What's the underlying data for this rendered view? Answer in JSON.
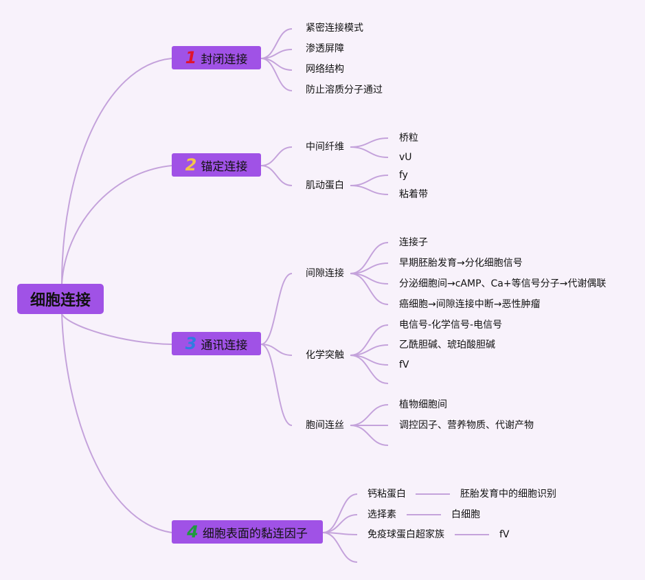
{
  "root": "细胞连接",
  "colors": {
    "background": "#f8f2fb",
    "node": "#a052e6",
    "line": "#c4a2db",
    "num1": "#e0142c",
    "num2": "#f3c54a",
    "num3": "#2f7de0",
    "num4": "#1e9b3c"
  },
  "topics": [
    {
      "num": "1",
      "label": "封闭连接",
      "children": [
        "紧密连接模式",
        "渗透屏障",
        "网络结构",
        "防止溶质分子通过"
      ]
    },
    {
      "num": "2",
      "label": "锚定连接",
      "children": [
        {
          "label": "中间纤维",
          "children": [
            "桥粒",
            "vU"
          ]
        },
        {
          "label": "肌动蛋白",
          "children": [
            "fy",
            "粘着带"
          ]
        }
      ]
    },
    {
      "num": "3",
      "label": "通讯连接",
      "children": [
        {
          "label": "间隙连接",
          "children": [
            "连接子",
            "早期胚胎发育→分化细胞信号",
            "分泌细胞间→cAMP、Ca+等信号分子→代谢偶联",
            "癌细胞→间隙连接中断→恶性肿瘤"
          ]
        },
        {
          "label": "化学突触",
          "children": [
            "电信号-化学信号-电信号",
            "乙酰胆碱、琥珀酸胆碱",
            "fV",
            ""
          ]
        },
        {
          "label": "胞间连丝",
          "children": [
            "植物细胞间",
            "调控因子、营养物质、代谢产物",
            ""
          ]
        }
      ]
    },
    {
      "num": "4",
      "label": "细胞表面的黏连因子",
      "children": [
        {
          "label": "钙粘蛋白",
          "note": "胚胎发育中的细胞识别"
        },
        {
          "label": "选择素",
          "note": "白细胞"
        },
        {
          "label": "免疫球蛋白超家族",
          "note": "fV"
        },
        {
          "label": "",
          "note": ""
        }
      ]
    }
  ]
}
